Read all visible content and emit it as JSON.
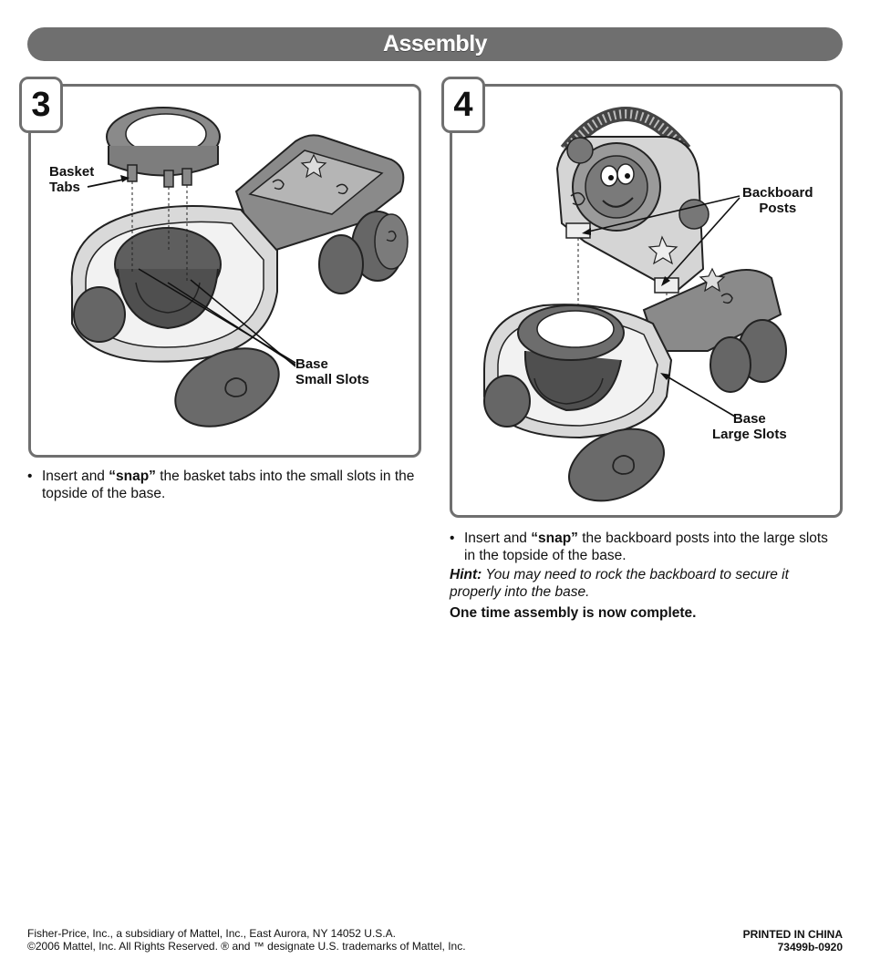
{
  "header": {
    "title": "Assembly"
  },
  "step3": {
    "number": "3",
    "labels": {
      "basket_tabs_1": "Basket",
      "basket_tabs_2": "Tabs",
      "small_slots_1": "Base",
      "small_slots_2": "Small Slots"
    },
    "instruction": {
      "bullet": "•",
      "pre": "Insert and ",
      "snap": "“snap”",
      "post": " the basket tabs into the small slots in the topside of the base."
    }
  },
  "step4": {
    "number": "4",
    "labels": {
      "backboard_posts_1": "Backboard",
      "backboard_posts_2": "Posts",
      "large_slots_1": "Base",
      "large_slots_2": "Large Slots"
    },
    "instruction": {
      "bullet": "•",
      "pre": "Insert and ",
      "snap": "“snap”",
      "post": " the backboard posts into the large slots in the topside of the base."
    },
    "hint_label": "Hint:",
    "hint_text": " You may need to rock the backboard to secure it properly into the base.",
    "complete": "One time assembly is now complete."
  },
  "footer": {
    "company": "Fisher-Price, Inc., a subsidiary of Mattel, Inc., East Aurora, NY 14052 U.S.A.",
    "copyright": "©2006 Mattel, Inc. All Rights Reserved. ® and ™ designate U.S. trademarks of Mattel, Inc.",
    "printed": "PRINTED IN CHINA",
    "code": "73499b-0920"
  }
}
